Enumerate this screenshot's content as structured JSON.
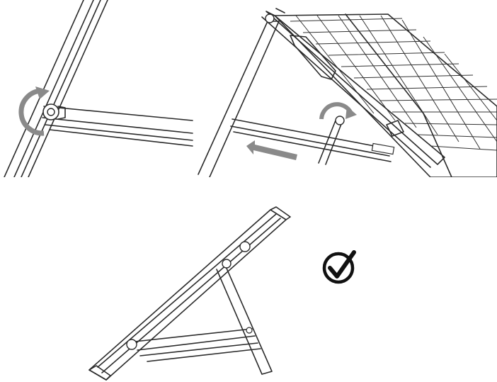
{
  "steps": [
    {
      "id": "step-hinge-rotate",
      "arrow": "rotate-clockwise"
    },
    {
      "id": "step-slide-brace",
      "arrow": "slide-left"
    },
    {
      "id": "step-final-assembly",
      "arrow": "none"
    }
  ],
  "status": {
    "icon": "checkmark-circle-icon",
    "state": "correct"
  },
  "colors": {
    "line": "#2b2b2b",
    "arrow": "#8a8a8a",
    "background": "#ffffff"
  }
}
